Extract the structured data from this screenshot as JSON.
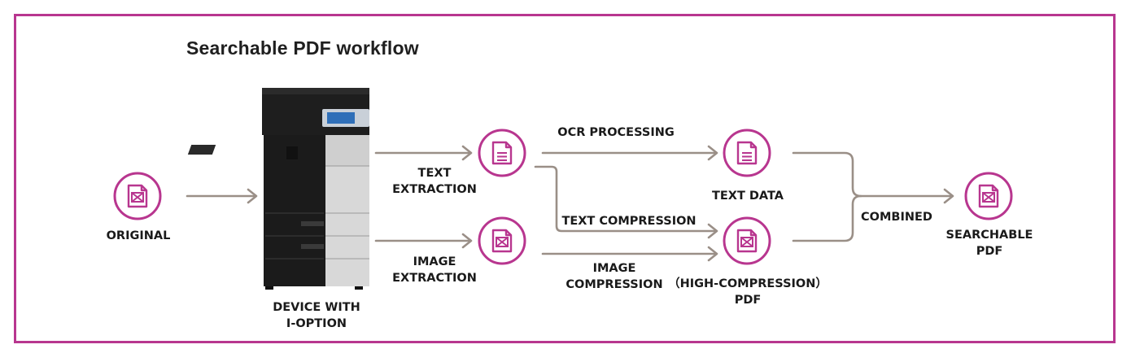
{
  "title": "Searchable PDF workflow",
  "labels": {
    "original": "ORIGINAL",
    "device_line1": "DEVICE WITH",
    "device_line2": "I-OPTION",
    "text_extraction_line1": "TEXT",
    "text_extraction_line2": "EXTRACTION",
    "image_extraction_line1": "IMAGE",
    "image_extraction_line2": "EXTRACTION",
    "ocr_processing": "OCR PROCESSING",
    "text_compression": "TEXT COMPRESSION",
    "image_compression_line1": "IMAGE",
    "image_compression_line2": "COMPRESSION",
    "text_data": "TEXT DATA",
    "high_compression_line1": "（HIGH-COMPRESSION）",
    "high_compression_line2": "PDF",
    "combined": "COMBINED",
    "searchable_line1": "SEARCHABLE",
    "searchable_line2": "PDF"
  },
  "colors": {
    "accent": "#b8368f",
    "arrow": "#9a8f87",
    "text": "#1a1a1a"
  },
  "icons": {
    "original": "image-document-icon",
    "text_document": "text-document-icon",
    "image_document": "image-document-icon",
    "text_data": "text-document-icon",
    "pdf": "image-document-icon",
    "searchable_pdf": "image-document-icon",
    "device": "multifunction-printer-icon"
  }
}
